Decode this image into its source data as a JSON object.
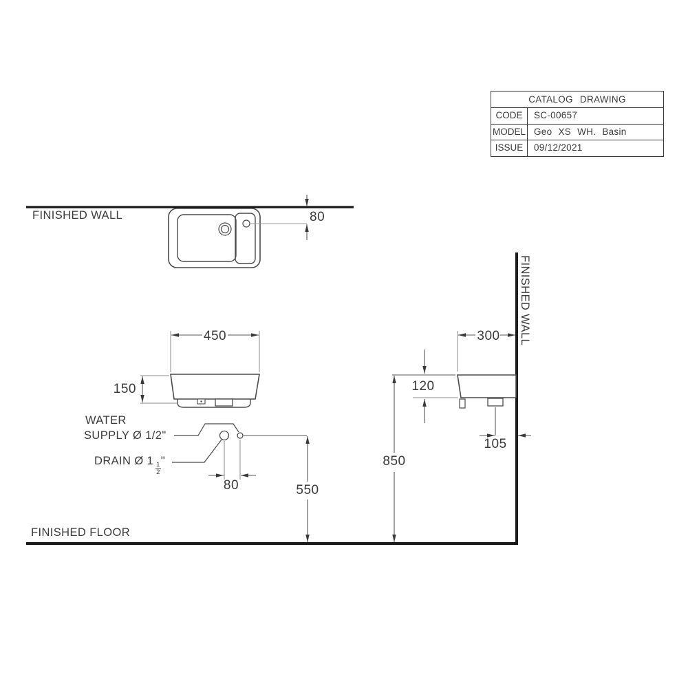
{
  "title_block": {
    "title": "CATALOG DRAWING",
    "rows": [
      {
        "label": "CODE",
        "value": "SC-00657"
      },
      {
        "label": "MODEL",
        "value": "Geo XS WH. Basin"
      },
      {
        "label": "ISSUE",
        "value": "09/12/2021"
      }
    ]
  },
  "labels": {
    "finished_wall_top": "FINISHED WALL",
    "finished_wall_side": "FINISHED WALL",
    "finished_floor": "FINISHED FLOOR",
    "water_supply_line1": "WATER",
    "water_supply_line2": "SUPPLY Ø 1/2\"",
    "drain_prefix": "DRAIN Ø 1",
    "drain_frac_num": "1",
    "drain_frac_den": "2",
    "drain_unit": "\""
  },
  "dimensions": {
    "faucet_to_wall": "80",
    "basin_width": "450",
    "basin_height": "150",
    "supply_drain_spacing": "80",
    "supply_height": "550",
    "rim_height": "850",
    "basin_depth": "300",
    "side_height": "120",
    "drain_to_wall": "105"
  },
  "colors": {
    "heavy_line": "#1a1a1a",
    "object_line": "#4a4a4a",
    "dim_line": "#555555",
    "ext_line": "#8a8a8a",
    "text": "#3a3a3a",
    "background": "#ffffff"
  }
}
